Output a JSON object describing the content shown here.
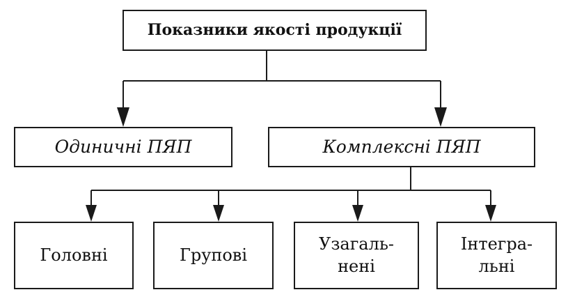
{
  "diagram": {
    "root": {
      "label": "Показники якості продукції"
    },
    "level2": [
      {
        "label": "Одиничні ПЯП"
      },
      {
        "label": "Комплексні ПЯП"
      }
    ],
    "level3": [
      {
        "lines": [
          "Головні"
        ]
      },
      {
        "lines": [
          "Групові"
        ]
      },
      {
        "lines": [
          "Узагаль-",
          "нені"
        ]
      },
      {
        "lines": [
          "Інтегра-",
          "льні"
        ]
      }
    ],
    "colors": {
      "line": "#1a1a1a",
      "box_border": "#1a1a1a",
      "background": "#ffffff"
    }
  }
}
